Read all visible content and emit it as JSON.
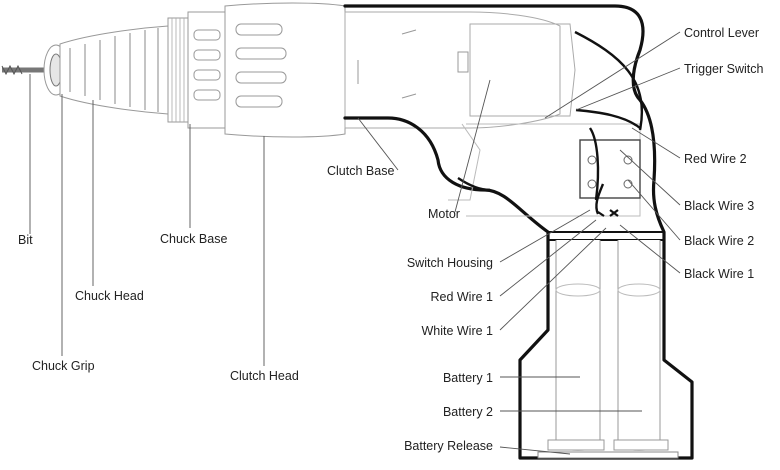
{
  "labels": {
    "control_lever": "Control Lever",
    "trigger_switch": "Trigger Switch",
    "red_wire_2": "Red Wire 2",
    "black_wire_3": "Black Wire 3",
    "black_wire_2": "Black Wire 2",
    "black_wire_1": "Black Wire 1",
    "clutch_base": "Clutch Base",
    "motor": "Motor",
    "switch_housing": "Switch Housing",
    "red_wire_1": "Red Wire 1",
    "white_wire_1": "White Wire 1",
    "battery_1": "Battery 1",
    "battery_2": "Battery 2",
    "battery_release": "Battery Release",
    "bit": "Bit",
    "chuck_base": "Chuck Base",
    "chuck_head": "Chuck Head",
    "chuck_grip": "Chuck Grip",
    "clutch_head": "Clutch Head"
  }
}
